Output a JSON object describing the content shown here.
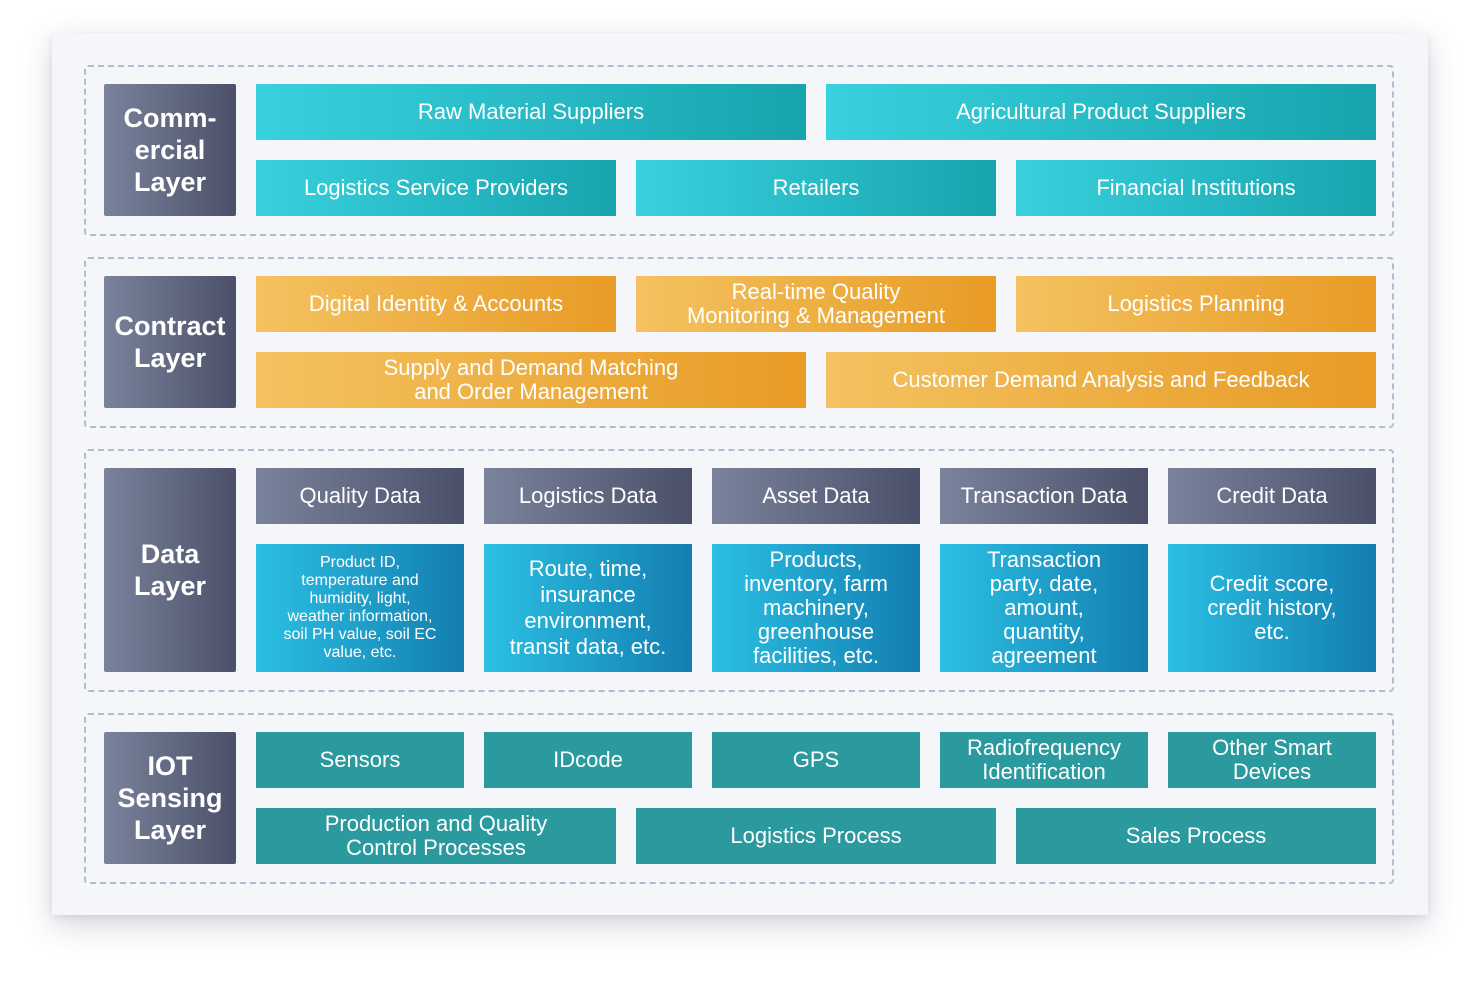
{
  "colors": {
    "commercial": "#20b3bd",
    "contract": "#eca73a",
    "data_header": "#5c627c",
    "data_detail": "#1f9ccc",
    "iot": "#2a9a9f",
    "layer_title": "#5c627c",
    "dashed_border": "#b4bad4"
  },
  "commercial": {
    "title": "Comm-\nercial\nLayer",
    "items": [
      "Raw Material Suppliers",
      "Agricultural Product Suppliers",
      "Logistics Service Providers",
      "Retailers",
      "Financial Institutions"
    ]
  },
  "contract": {
    "title": "Contract\nLayer",
    "items": [
      "Digital Identity & Accounts",
      "Real-time Quality\nMonitoring & Management",
      "Logistics Planning",
      "Supply and Demand Matching\nand Order Management",
      "Customer Demand Analysis and Feedback"
    ]
  },
  "data": {
    "title": "Data\nLayer",
    "headers": [
      "Quality Data",
      "Logistics Data",
      "Asset Data",
      "Transaction Data",
      "Credit Data"
    ],
    "details": [
      "Product ID,\ntemperature and\nhumidity, light,\nweather information,\nsoil PH value, soil EC\nvalue, etc.",
      "Route, time,\ninsurance\nenvironment,\ntransit data, etc.",
      "Products,\ninventory, farm\nmachinery,\ngreenhouse\nfacilities, etc.",
      "Transaction\nparty, date,\namount,\nquantity,\nagreement",
      "Credit score,\ncredit history,\netc."
    ]
  },
  "iot": {
    "title": "IOT\nSensing\nLayer",
    "items": [
      "Sensors",
      "IDcode",
      "GPS",
      "Radiofrequency\nIdentification",
      "Other Smart\nDevices",
      "Production and Quality\nControl Processes",
      "Logistics Process",
      "Sales Process"
    ]
  }
}
